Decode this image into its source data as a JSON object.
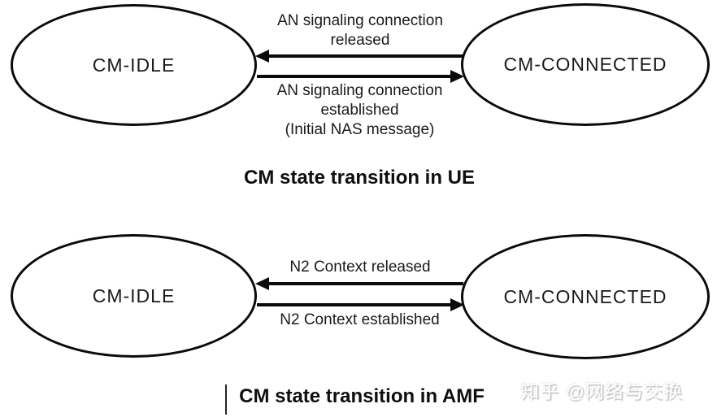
{
  "ue_diagram": {
    "title": "CM state transition in UE",
    "states": {
      "idle": "CM-IDLE",
      "connected": "CM-CONNECTED"
    },
    "transition_to_idle": {
      "line1": "AN signaling connection",
      "line2": "released"
    },
    "transition_to_connected": {
      "line1": "AN signaling connection",
      "line2": "established",
      "line3": "(Initial NAS message)"
    }
  },
  "amf_diagram": {
    "title": "CM state transition in AMF",
    "states": {
      "idle": "CM-IDLE",
      "connected": "CM-CONNECTED"
    },
    "transition_to_idle": "N2 Context released",
    "transition_to_connected": "N2 Context established"
  },
  "watermark": "知乎 @网络与交换",
  "colors": {
    "line": "#0a0a0a",
    "background": "#ffffff",
    "text": "#1a1a1a"
  }
}
